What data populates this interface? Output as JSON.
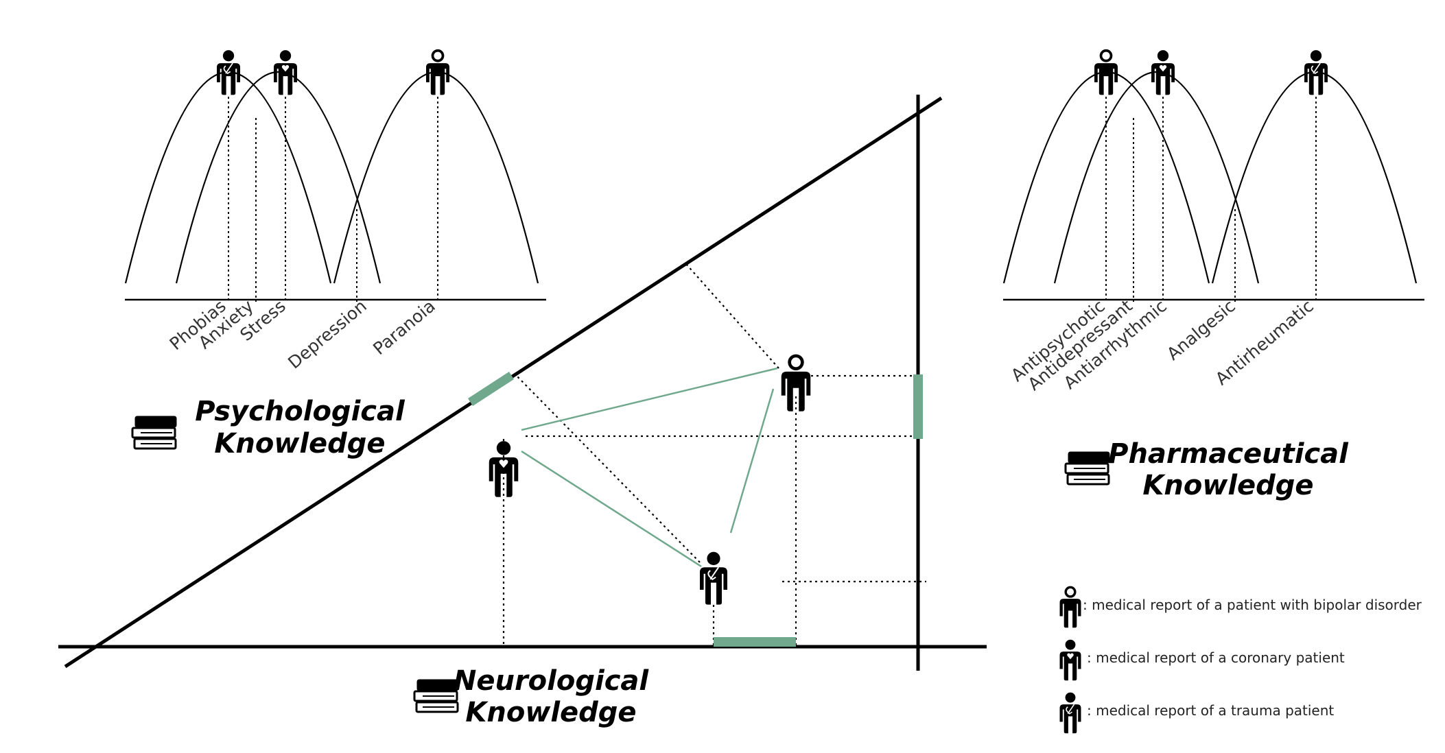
{
  "titles": {
    "psychological": [
      "Psychological",
      "Knowledge"
    ],
    "pharmaceutical": [
      "Pharmaceutical",
      "Knowledge"
    ],
    "neurological": [
      "Neurological",
      "Knowledge"
    ]
  },
  "psych_axis": {
    "labels": [
      "Phobias",
      "Anxiety",
      "Stress",
      "Depression",
      "Paranoia"
    ],
    "curves": [
      {
        "icon": "trauma",
        "label": "Phobias"
      },
      {
        "icon": "coronary",
        "label": "Stress"
      },
      {
        "icon": "bipolar",
        "label": "Paranoia"
      }
    ]
  },
  "pharma_axis": {
    "labels": [
      "Antipsychotic",
      "Antidepressant",
      "Antiarrhythmic",
      "Analgesic",
      "Antirheumatic"
    ],
    "curves": [
      {
        "icon": "bipolar",
        "label": "Antipsychotic"
      },
      {
        "icon": "coronary",
        "label": "Antiarrhythmic"
      },
      {
        "icon": "trauma",
        "label": "Antirheumatic"
      }
    ]
  },
  "patients": [
    {
      "type": "coronary",
      "position": "near psychological axis"
    },
    {
      "type": "bipolar",
      "position": "upper right"
    },
    {
      "type": "trauma",
      "position": "bottom center"
    }
  ],
  "legend": [
    {
      "icon": "bipolar",
      "text": ": medical report of a patient with bipolar disorder"
    },
    {
      "icon": "coronary",
      "text": ": medical report of a coronary patient"
    },
    {
      "icon": "trauma",
      "text": ": medical report of a trauma patient"
    }
  ],
  "colors": {
    "accent": "#6fa88c",
    "ink": "#000000",
    "label": "#333333"
  }
}
